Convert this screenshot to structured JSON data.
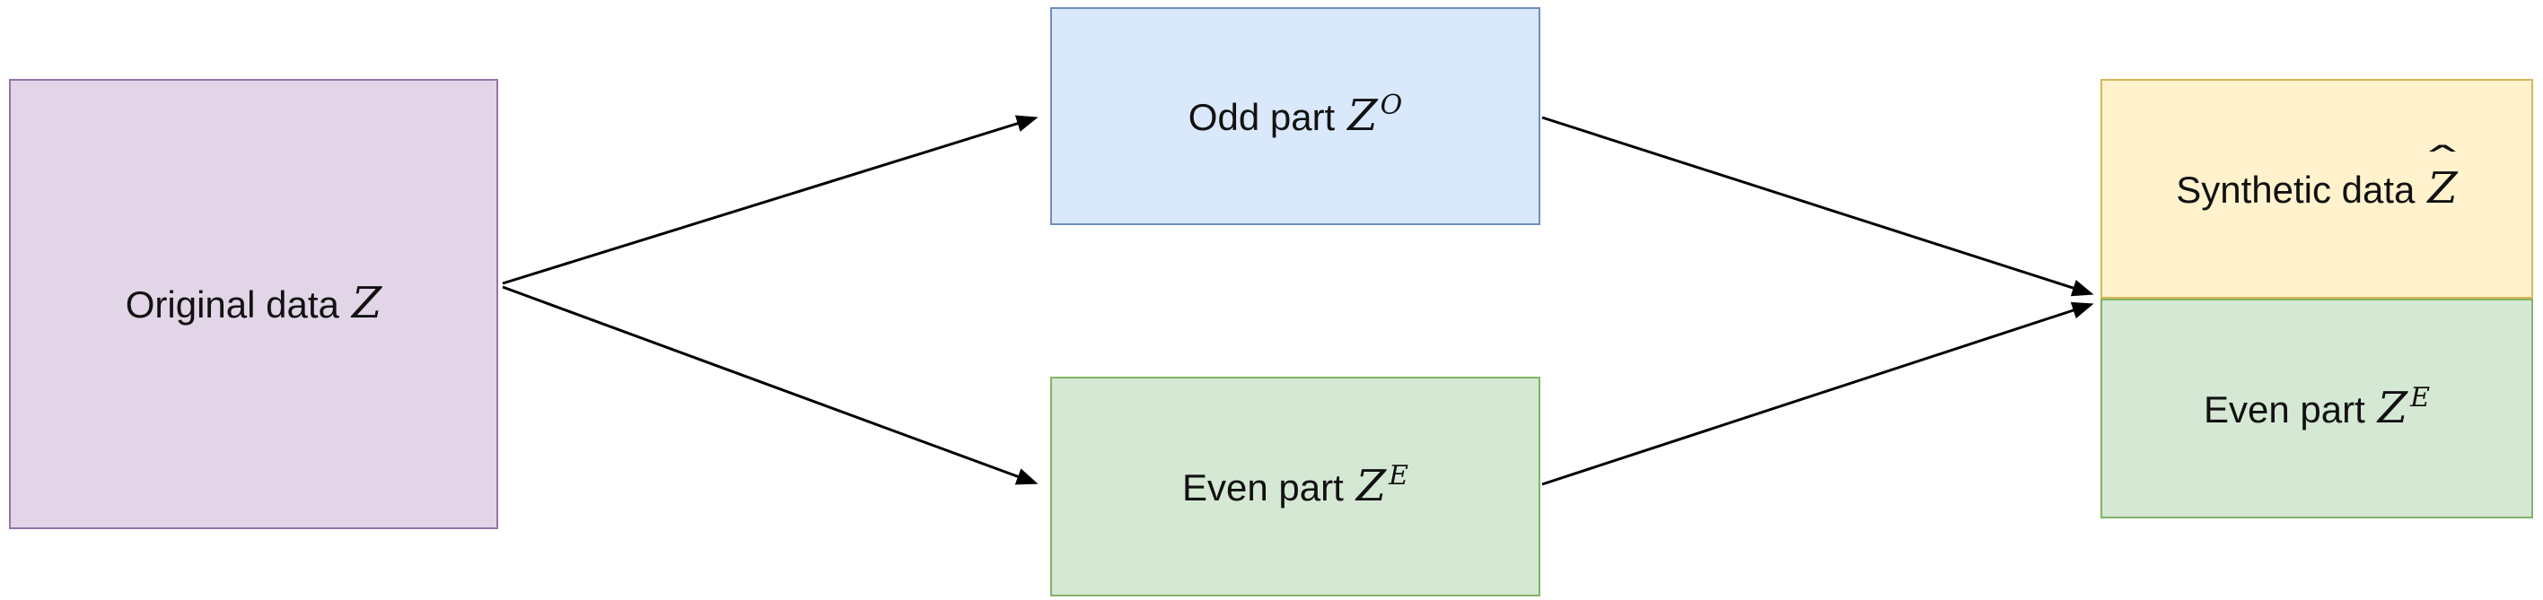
{
  "figure": {
    "background": "#ffffff",
    "arrow_color": "#000000",
    "nodes": {
      "original": {
        "label": "Original data",
        "symbol": "Z",
        "fill": "#e1d5e7",
        "border": "#9673a6"
      },
      "odd": {
        "label": "Odd part",
        "symbol": "Z",
        "superscript": "O",
        "fill": "#dae8fc",
        "border": "#6c8ebf"
      },
      "even_mid": {
        "label": "Even part",
        "symbol": "Z",
        "superscript": "E",
        "fill": "#d5e8d4",
        "border": "#82b366"
      },
      "synthetic": {
        "label": "Synthetic data",
        "symbol": "Z",
        "hat": "ˆ",
        "fill": "#fff2cc",
        "border": "#d6b656"
      },
      "even_right": {
        "label": "Even part",
        "symbol": "Z",
        "superscript": "E",
        "fill": "#d5e8d4",
        "border": "#82b366"
      }
    }
  }
}
